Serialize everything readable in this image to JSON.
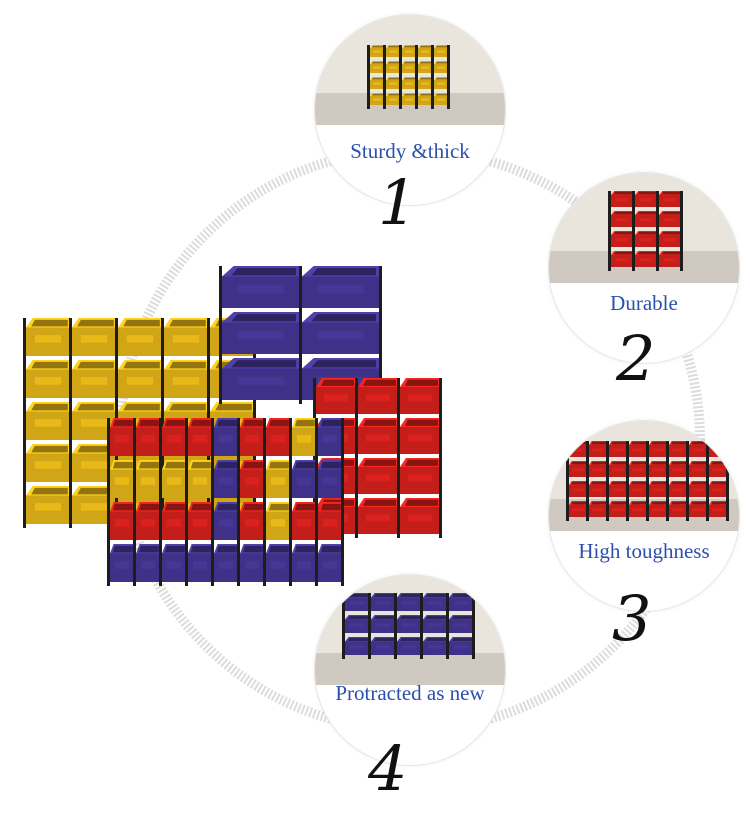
{
  "features": [
    {
      "label": "Sturdy &thick",
      "number": "1",
      "bin_color": "#f5c21a"
    },
    {
      "label": "Durable",
      "number": "2",
      "bin_color": "#e5231f"
    },
    {
      "label": "High toughness",
      "number": "3",
      "bin_color": "#e5231f"
    },
    {
      "label": "Protracted as new",
      "number": "4",
      "bin_color": "#4a3a9f"
    }
  ],
  "colors": {
    "yellow": "#f5c21a",
    "red": "#e5231f",
    "purple": "#4a3a9f",
    "label": "#2b4fae"
  }
}
